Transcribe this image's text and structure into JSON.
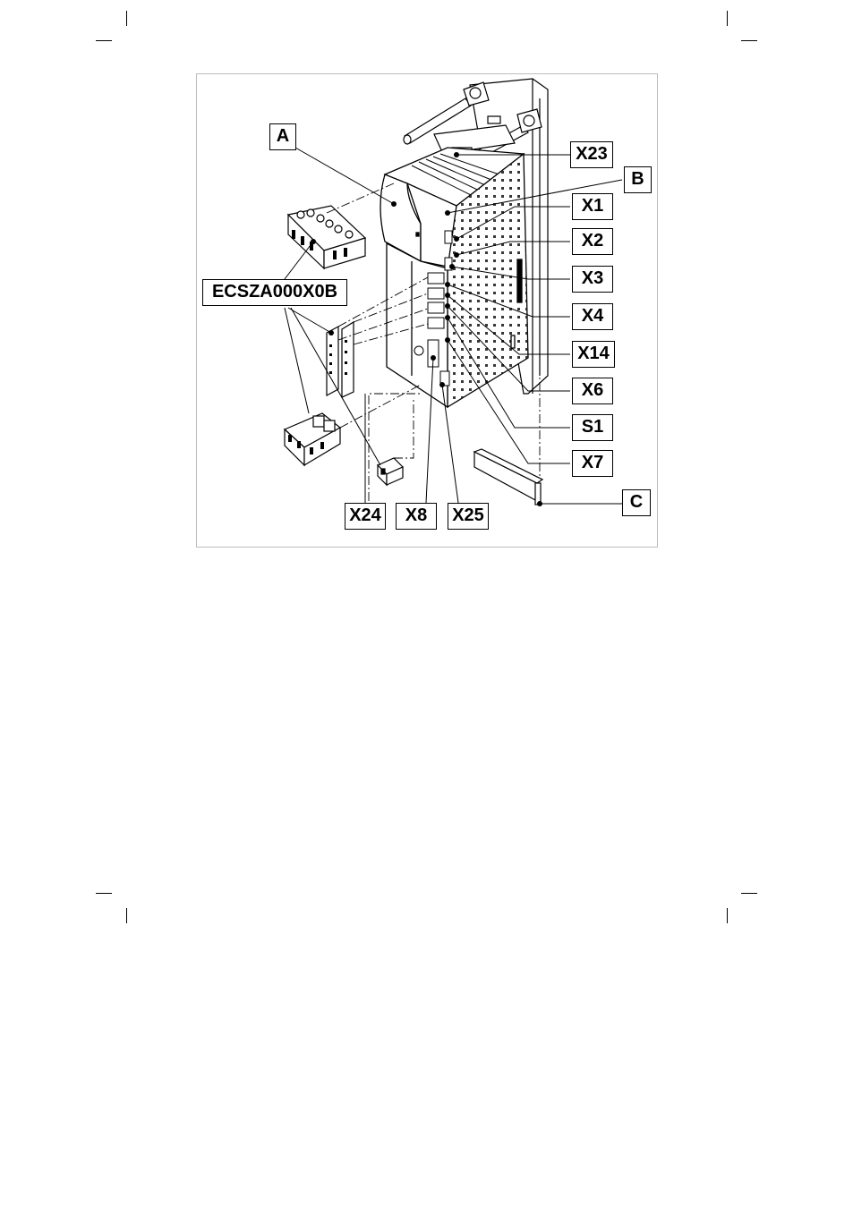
{
  "labels": {
    "A": "A",
    "B": "B",
    "C": "C",
    "X23": "X23",
    "X1": "X1",
    "X2": "X2",
    "X3": "X3",
    "X4": "X4",
    "X14": "X14",
    "X6": "X6",
    "S1": "S1",
    "X7": "X7",
    "X24": "X24",
    "X8": "X8",
    "X25": "X25",
    "connector": "ECSZA000X0B"
  }
}
